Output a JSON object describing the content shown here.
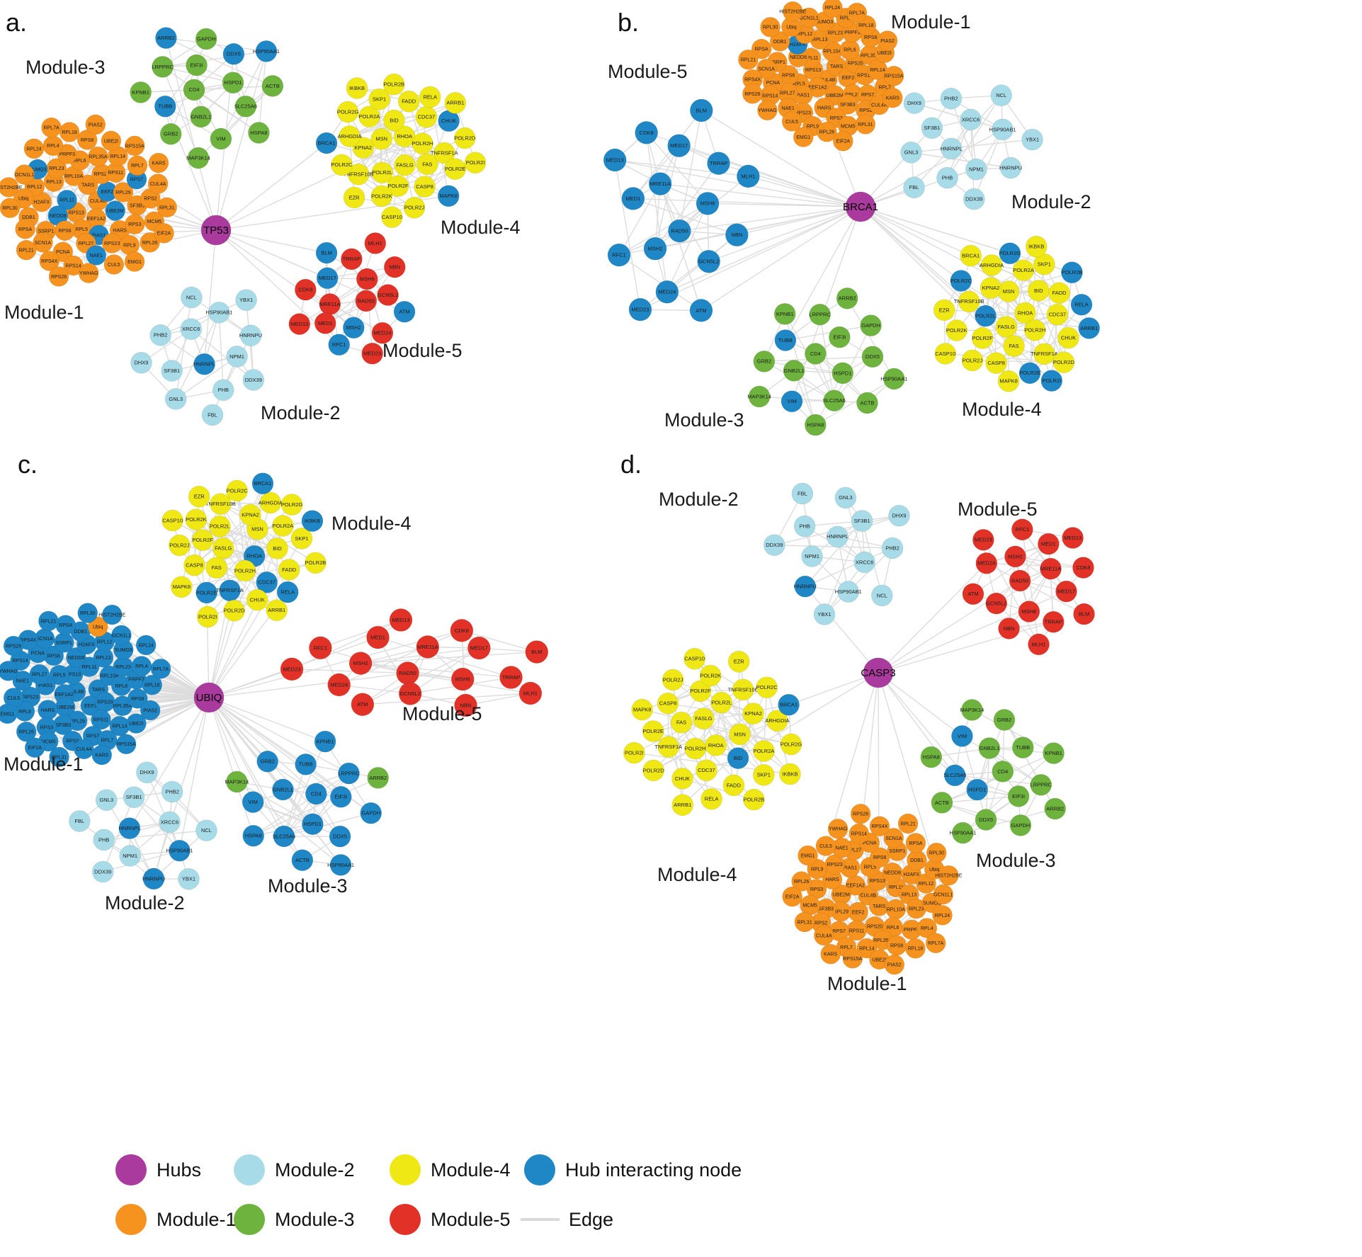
{
  "figure": {
    "panel_labels": [
      "a.",
      "b.",
      "c.",
      "d."
    ],
    "hubs": [
      "TP53",
      "BRCA1",
      "UBIQ",
      "CASP3"
    ]
  },
  "colors": {
    "hub": "#ab3a9e",
    "module1": "#f6921e",
    "module2": "#a8dbe8",
    "module3": "#6db33d",
    "module4": "#f0e814",
    "module5": "#e23228",
    "hub_interacting": "#1f87c6",
    "edge": "#d8d8d8"
  },
  "node_sets": {
    "Module-1": [
      "CUL4B",
      "RPS13",
      "TARS",
      "EEF1A2",
      "RPL11",
      "EEF2",
      "RPL5",
      "RPL10A",
      "UBE2M",
      "NEDD8",
      "RPS20",
      "PIAS1",
      "RPL13",
      "RPL29",
      "RPS6",
      "RPL6",
      "HARS",
      "H2AFX",
      "RPS11",
      "RPL27",
      "RPL23",
      "SF3B3",
      "SSRP1",
      "RPL35A",
      "RPS23",
      "RPL12",
      "RPS7",
      "PCNA",
      "PRPF3",
      "RPS3",
      "DDB1",
      "RPL14",
      "NAE1",
      "SUMO3",
      "RPS2",
      "SCN1A",
      "RPS8",
      "RPL9",
      "Ubiq",
      "RPL7",
      "RPS14",
      "RPL4",
      "MCM5",
      "RPSA",
      "UBE2I",
      "CUL5",
      "GCN1L1",
      "CUL4A",
      "RPS4X",
      "RPL18",
      "RPL26",
      "RPL30",
      "RPS15A",
      "YWHAG",
      "RPL24",
      "RPL31",
      "RPL21",
      "PIAS2",
      "EMG1",
      "HIST2H2BE",
      "KARS",
      "RPS26",
      "RPL7A",
      "EIF2A"
    ],
    "Module-2": [
      "HNRNPL",
      "XRCC6",
      "NPM1",
      "SF3B1",
      "HSP90AB1",
      "PHB",
      "PHB2",
      "HNRNPU",
      "GNL3",
      "NCL",
      "DDX39",
      "DHX9",
      "YBX1",
      "FBL"
    ],
    "Module-3": [
      "CD4",
      "HSPD1",
      "GNB2L1",
      "EIF3I",
      "SLC25A6",
      "TUBB",
      "DDX5",
      "VIM",
      "LRPPRC",
      "ACTB",
      "GRB2",
      "GAPDH",
      "HSPA8",
      "KPNB1",
      "HSP90AA1",
      "MAP3K14",
      "ARRB2"
    ],
    "Module-4": [
      "RHOA",
      "FASLG",
      "MSN",
      "POLR2H",
      "POLR2L",
      "BID",
      "FAS",
      "KPNA2",
      "CDC37",
      "POLR2F",
      "POLR2A",
      "TNFRSF1A",
      "TNFRSF10B",
      "FADD",
      "CASP8",
      "ARHGDIA",
      "CHUK",
      "POLR2K",
      "SKP1",
      "POLR2E",
      "POLR2C",
      "RELA",
      "POLR2J",
      "POLR2G",
      "POLR2D",
      "EZR",
      "POLR2B",
      "MAPK8",
      "BRCA1",
      "ARRB1",
      "CASP10",
      "IKBKB",
      "POLR2I"
    ],
    "Module-5": [
      "RAD50",
      "MRE11A",
      "MSH6",
      "MSH2",
      "MED17",
      "GCN5L2",
      "MED1",
      "TRRAP",
      "MED24",
      "CDK8",
      "NBN",
      "RFC1",
      "BLM",
      "ATM",
      "MED13",
      "MLH1",
      "MED23"
    ]
  },
  "panels": [
    {
      "id": "a",
      "label": "a.",
      "hub": "TP53",
      "modules": [
        {
          "name": "Module-1",
          "set": "Module-1",
          "color": "module1",
          "blue": [
            "RPL11",
            "EEF2",
            "UBE2M",
            "NEDD8",
            "RPS7",
            "NAE1",
            "SUMO3",
            "PIAS1"
          ]
        },
        {
          "name": "Module-2",
          "set": "Module-2",
          "color": "module2",
          "blue": [
            "HNRNPL"
          ]
        },
        {
          "name": "Module-3",
          "set": "Module-3",
          "color": "module3",
          "blue": [
            "TUBB",
            "DDX5",
            "HSP90AA1",
            "ARRB2"
          ]
        },
        {
          "name": "Module-4",
          "set": "Module-4",
          "color": "module4",
          "blue": [
            "CHUK",
            "MAPK8",
            "BRCA1"
          ]
        },
        {
          "name": "Module-5",
          "set": "Module-5",
          "color": "module5",
          "blue": [
            "MSH2",
            "MED17",
            "BLM",
            "ATM",
            "RFC1"
          ]
        }
      ]
    },
    {
      "id": "b",
      "label": "b.",
      "hub": "BRCA1",
      "modules": [
        {
          "name": "Module-1",
          "set": "Module-1",
          "color": "module1",
          "blue": [
            "H2AFX"
          ]
        },
        {
          "name": "Module-2",
          "set": "Module-2",
          "color": "module2",
          "blue": []
        },
        {
          "name": "Module-3",
          "set": "Module-3",
          "color": "module3",
          "blue": [
            "TUBB",
            "VIM"
          ]
        },
        {
          "name": "Module-4",
          "set": "Module-4",
          "color": "module4",
          "blue": [
            "POLR2C",
            "ARRB1",
            "POLR2L",
            "POLR2I",
            "RELA",
            "POLR2E",
            "POLR2G",
            "POLR2B"
          ]
        },
        {
          "name": "Module-5",
          "set": "Module-5",
          "color": "module5",
          "blue": "all"
        }
      ]
    },
    {
      "id": "c",
      "label": "c.",
      "hub": "UBIQ",
      "modules": [
        {
          "name": "Module-1",
          "set": "Module-1",
          "color": "module1",
          "blue": "all",
          "accent": {
            "Ubiq": "module1"
          }
        },
        {
          "name": "Module-2",
          "set": "Module-2",
          "color": "module2",
          "blue": [
            "HSP90AB1",
            "HNRNPL",
            "HNRNPU"
          ]
        },
        {
          "name": "Module-3",
          "set": "Module-3",
          "color": "module3",
          "blue": [
            "CD4",
            "HSPD1",
            "GNB2L1",
            "EIF3I",
            "SLC25A6",
            "TUBB",
            "DDX5",
            "VIM",
            "LRPPRC",
            "ACTB",
            "GRB2",
            "GAPDH",
            "HSPA8",
            "KPNB1",
            "HSP90AA1"
          ]
        },
        {
          "name": "Module-4",
          "set": "Module-4",
          "color": "module4",
          "blue": [
            "BRCA1",
            "POLR2E",
            "IKBKB",
            "CDC37",
            "TNFRSF1A",
            "RELA",
            "RHOA"
          ]
        },
        {
          "name": "Module-5",
          "set": "Module-5",
          "color": "module5",
          "blue": []
        }
      ]
    },
    {
      "id": "d",
      "label": "d.",
      "hub": "CASP3",
      "modules": [
        {
          "name": "Module-1",
          "set": "Module-1",
          "color": "module1",
          "blue": []
        },
        {
          "name": "Module-2",
          "set": "Module-2",
          "color": "module2",
          "blue": [
            "HNRNPU"
          ]
        },
        {
          "name": "Module-3",
          "set": "Module-3",
          "color": "module3",
          "blue": [
            "VIM",
            "SLC25A6",
            "HSPD1"
          ]
        },
        {
          "name": "Module-4",
          "set": "Module-4",
          "color": "module4",
          "blue": [
            "BRCA1",
            "BID"
          ]
        },
        {
          "name": "Module-5",
          "set": "Module-5",
          "color": "module5",
          "blue": []
        }
      ]
    }
  ],
  "legend": [
    {
      "label": "Hubs",
      "color": "hub"
    },
    {
      "label": "Module-2",
      "color": "module2"
    },
    {
      "label": "Module-4",
      "color": "module4"
    },
    {
      "label": "Hub interacting node",
      "color": "hub_interacting"
    },
    {
      "label": "Module-1",
      "color": "module1"
    },
    {
      "label": "Module-3",
      "color": "module3"
    },
    {
      "label": "Module-5",
      "color": "module5"
    },
    {
      "label": "Edge",
      "type": "line"
    }
  ]
}
